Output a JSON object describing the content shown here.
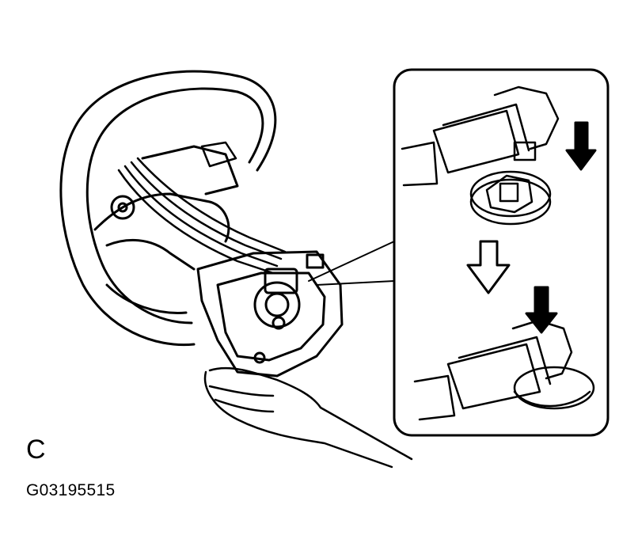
{
  "figure": {
    "view_label": "C",
    "figure_code": "G03195515",
    "colors": {
      "line": "#000000",
      "background": "#ffffff"
    },
    "icons": [
      "steering-wheel",
      "airbag-assembly",
      "wire-harness",
      "connector",
      "hand",
      "arrow-down-solid",
      "arrow-down-outline"
    ]
  }
}
